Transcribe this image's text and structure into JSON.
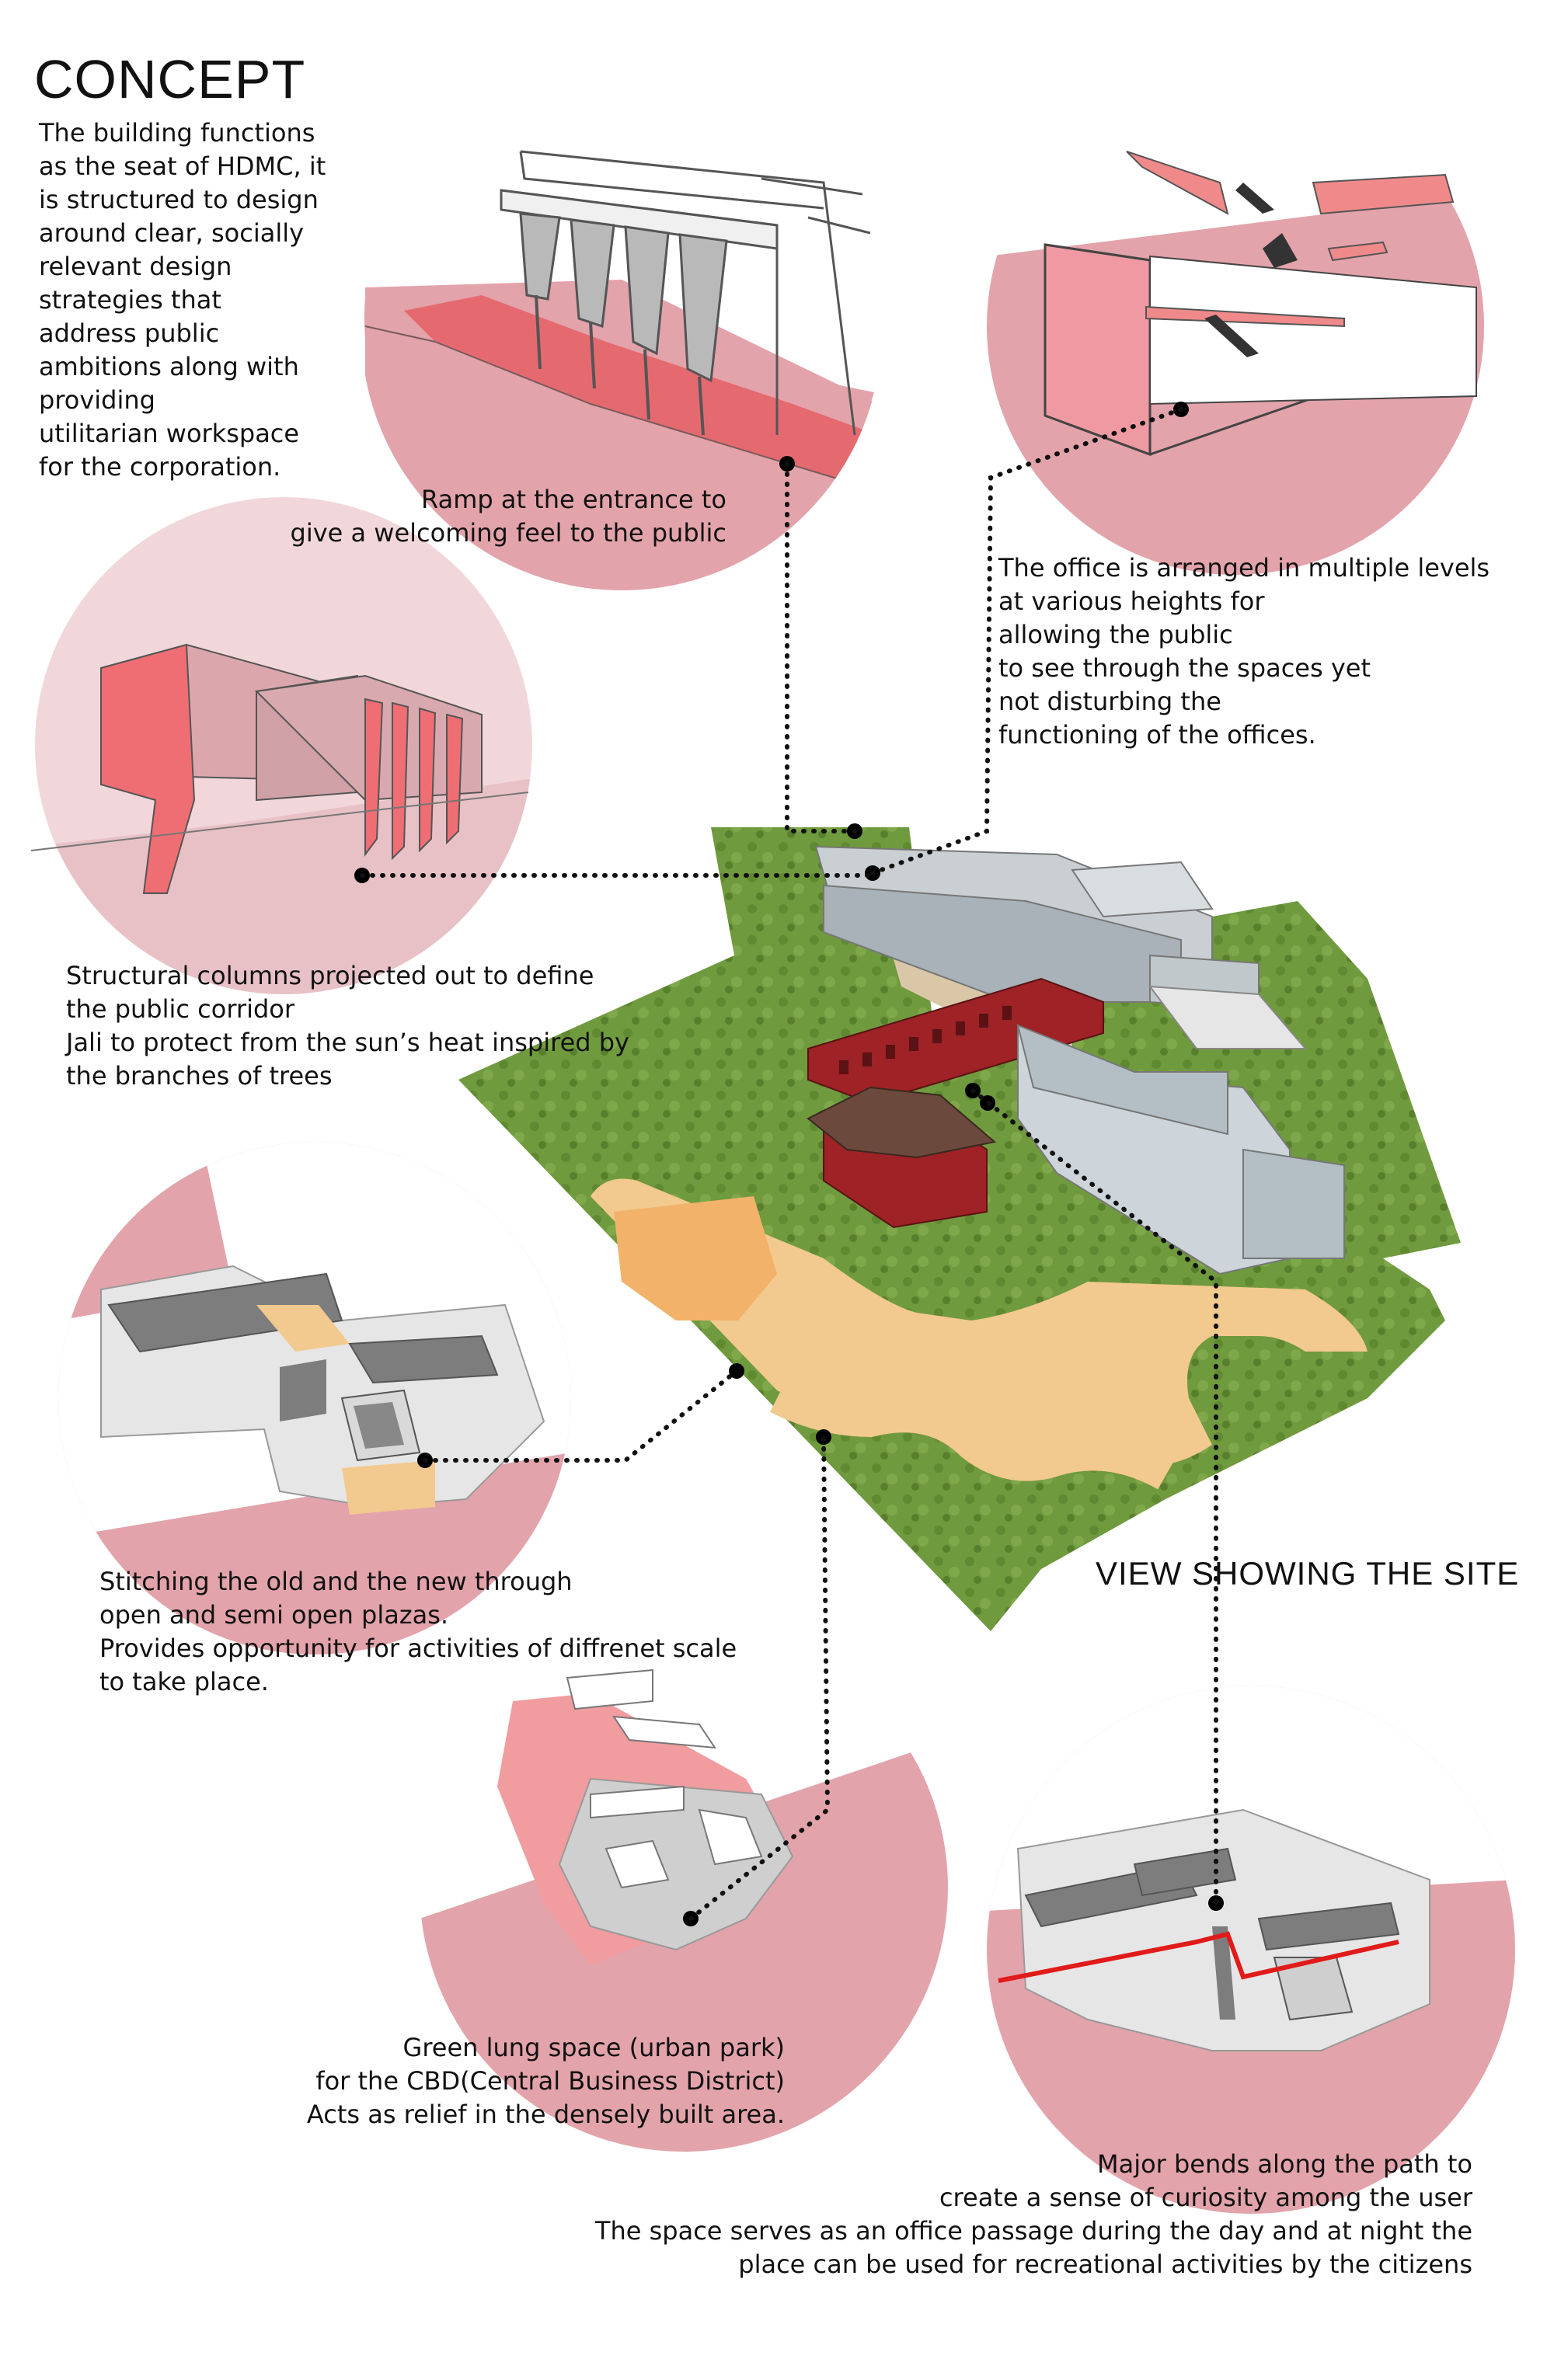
{
  "title": "CONCEPT",
  "intro": "The building functions\nas the seat of HDMC, it\nis structured to design\naround clear, socially\nrelevant design\nstrategies that\naddress public\nambitions along with\nproviding\nutilitarian workspace\nfor the corporation.",
  "site_label": "VIEW SHOWING THE SITE",
  "captions": {
    "ramp": "Ramp at the entrance to\ngive a welcoming feel to the public",
    "office": "The office is arranged in multiple levels\nat various heights for\nallowing the public\nto see through the spaces yet\nnot disturbing the\nfunctioning of the offices.",
    "columns": "Structural columns projected out to define\nthe public corridor\nJali to protect from the sun’s heat inspired by\nthe branches of trees",
    "plazas": "Stitching the old and the new through\nopen and semi open plazas.\nProvides opportunity for activities of diffrenet scale\nto take place.",
    "lung": "Green lung space (urban park)\nfor the CBD(Central Business District)\nActs as relief in the densely built area.",
    "bends": "Major bends along the path to\ncreate a sense of curiosity among the user\nThe space serves as an office passage during the day and at night the\nplace can be used for recreational activities by the citizens"
  },
  "colors": {
    "accent": "#e26a74",
    "circle_pink": "#e3a3ab",
    "light_pink": "#f2d7da",
    "grass": "#6f9a3d",
    "path": "#f2c98e",
    "heritage_red": "#9e2226",
    "leader": "#111111"
  }
}
